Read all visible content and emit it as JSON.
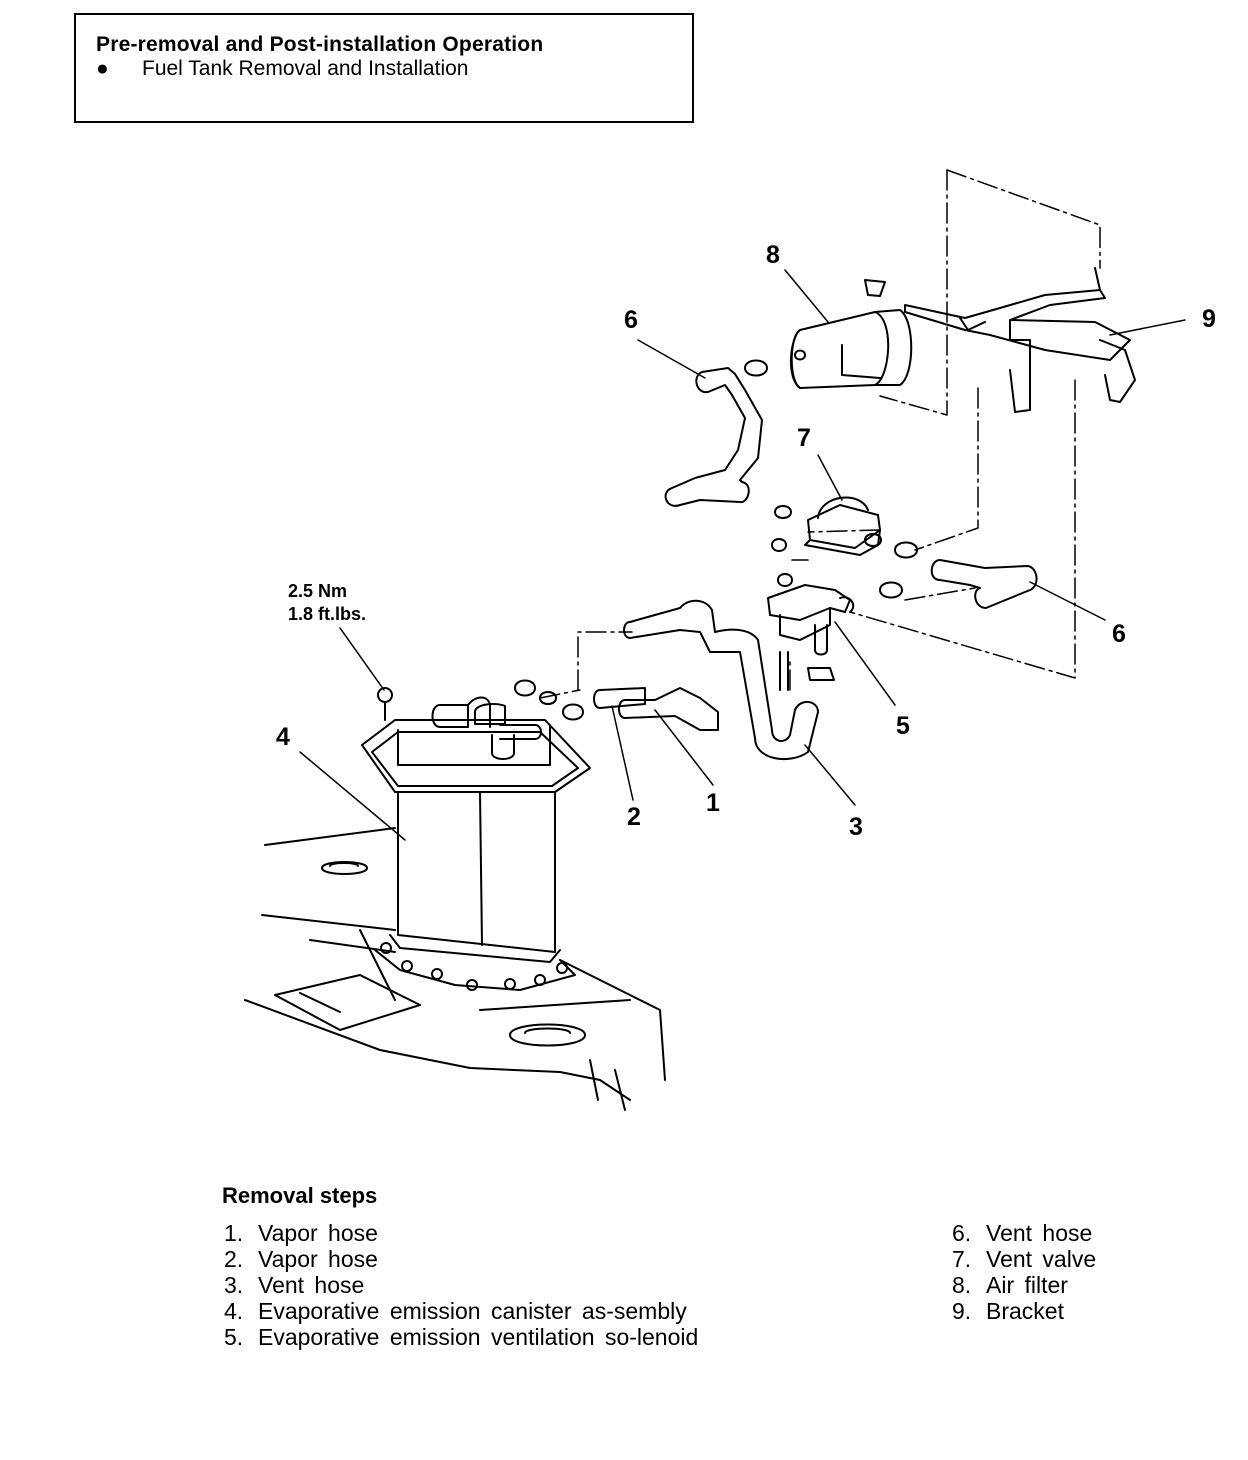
{
  "pre_operation": {
    "title": "Pre-removal and Post-installation  Operation",
    "bullet": "●",
    "items": [
      "Fuel Tank Removal and Installation"
    ]
  },
  "torque": {
    "metric": "2.5 Nm",
    "imperial": "1.8 ft.lbs."
  },
  "callouts": {
    "c1": "1",
    "c2": "2",
    "c3": "3",
    "c4": "4",
    "c5": "5",
    "c6a": "6",
    "c6b": "6",
    "c7": "7",
    "c8": "8",
    "c9": "9"
  },
  "removal": {
    "title": "Removal  steps",
    "left": [
      {
        "num": "1.",
        "text": "Vapor  hose"
      },
      {
        "num": "2.",
        "text": "Vapor  hose"
      },
      {
        "num": "3.",
        "text": "Vent  hose"
      },
      {
        "num": "4.",
        "text": "Evaporative  emission  canister  as-sembly"
      },
      {
        "num": "5.",
        "text": "Evaporative  emission  ventilation  so-lenoid"
      }
    ],
    "right": [
      {
        "num": "6.",
        "text": "Vent  hose"
      },
      {
        "num": "7.",
        "text": "Vent  valve"
      },
      {
        "num": "8.",
        "text": "Air  filter"
      },
      {
        "num": "9.",
        "text": "Bracket"
      }
    ]
  }
}
